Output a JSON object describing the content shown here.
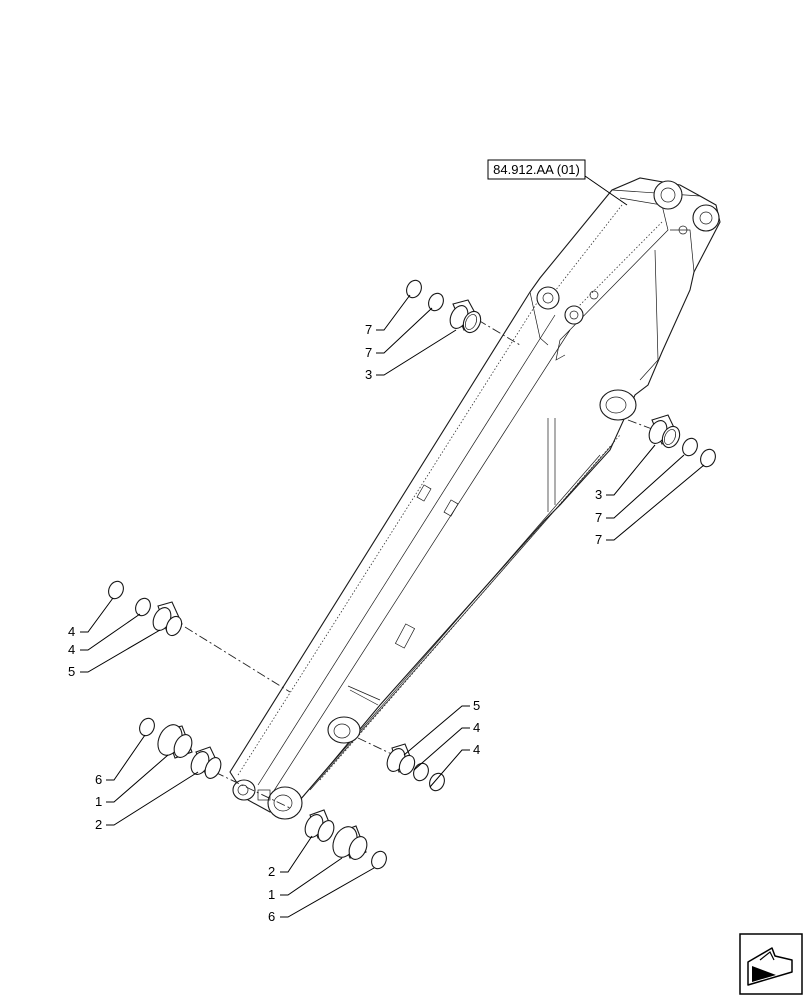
{
  "reference_label": "84.912.AA (01)",
  "callouts": {
    "top_left": [
      "7",
      "7",
      "3"
    ],
    "right": [
      "3",
      "7",
      "7"
    ],
    "left_mid": [
      "4",
      "4",
      "5"
    ],
    "bottom_right": [
      "5",
      "4",
      "4"
    ],
    "bottom_left": [
      "6",
      "1",
      "2"
    ],
    "bottom_center": [
      "2",
      "1",
      "6"
    ]
  },
  "nav_icon": "arrow-navigation-icon"
}
